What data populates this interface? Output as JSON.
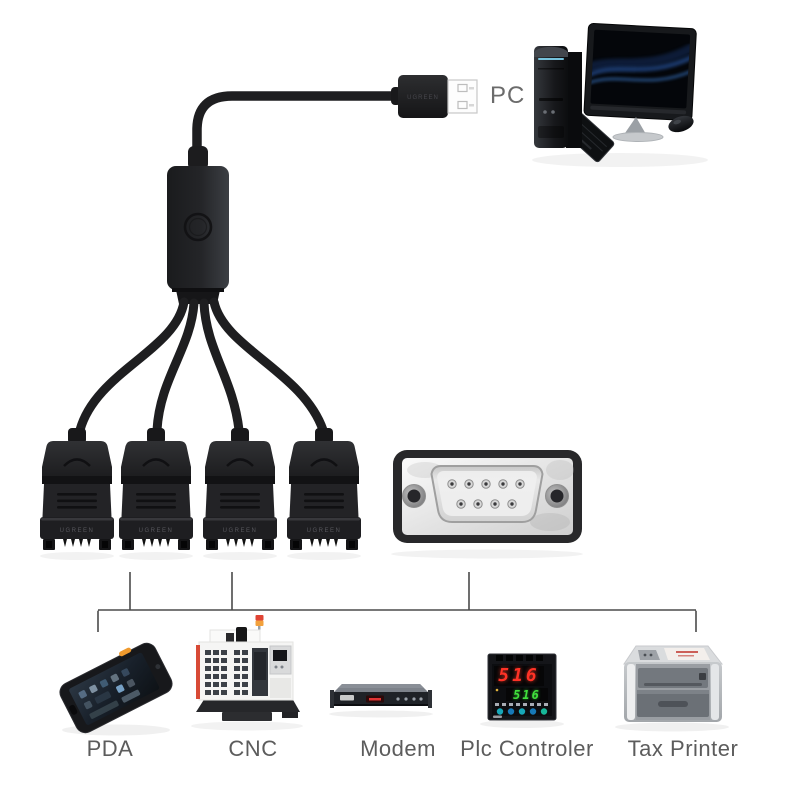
{
  "page": {
    "background": "#ffffff"
  },
  "top_section": {
    "pc_label": "PC"
  },
  "brand": {
    "text": "UGREEN"
  },
  "plc": {
    "display_top": "516",
    "display_bottom": "516"
  },
  "devices": [
    {
      "id": "pda",
      "label": "PDA"
    },
    {
      "id": "cnc",
      "label": "CNC"
    },
    {
      "id": "modem",
      "label": "Modem"
    },
    {
      "id": "plc-controller",
      "label": "Plc Controler"
    },
    {
      "id": "tax-printer",
      "label": "Tax Printer"
    }
  ],
  "colors": {
    "cable_black": "#1e1e20",
    "bracket_line": "#4b4b4b",
    "label_gray": "#5c5c5c",
    "pc_label_gray": "#6b6b6b",
    "plc_red": "#ff3226",
    "plc_green": "#41e03c",
    "cnc_red": "#d84a36",
    "pda_button_orange": "#ef9a2e",
    "monitor_wave_blue": "#3f82d8"
  }
}
